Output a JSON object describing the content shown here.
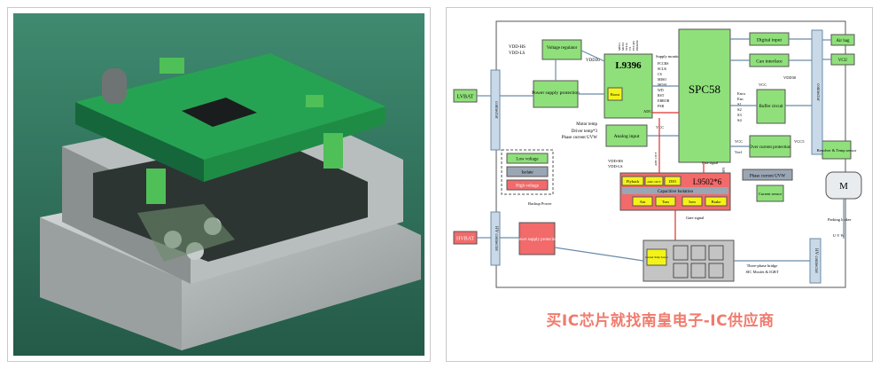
{
  "photo": {
    "alt": "Motor controller board photo"
  },
  "diagram": {
    "lvbat": "LVBAT",
    "hvbat": "HVBAT",
    "lv_connector": "connector",
    "hv_connector": "HV connector",
    "right_connector": "connector",
    "right_hv_connector": "HV connector",
    "vdd_top": [
      "VDD-HS",
      "VDD-LS"
    ],
    "voltage_regulator": "Voltage regulator",
    "vdd30_a": "VDD30",
    "power_supply_protection": "Power supply protection",
    "l9396": "L9396",
    "boost": "Boost",
    "adc": "ADC",
    "supply_monitor": "Supply monitor",
    "l9396_pins": [
      "FCCRS",
      "SCLK",
      "CS",
      "MISO",
      "MOSI",
      "WD",
      "RST",
      "ERROR",
      "FSR"
    ],
    "l9396_top_pins": [
      "MISO",
      "MOSI",
      "SCLK",
      "CS",
      "FCCRS",
      "ERROR"
    ],
    "spc58": "SPC58",
    "digital_input": "Digital input",
    "can_interface": "Can interface",
    "air_bag": "Air bag",
    "vcu": "VCU",
    "buffer_circuit": "Buffer circuit",
    "vcc": "VCC",
    "vdd30_b": "VDD30",
    "enc_labels": [
      "Encx",
      "Enc",
      "S1",
      "S2",
      "S3",
      "S4"
    ],
    "motor_temp": "Motor temp",
    "driver_temp": "Driver temp*3",
    "phase_current_uvw": "Phase current UVW",
    "analog_input": "Analog input",
    "vcc_a": "VCC",
    "vcc_b": "VCC",
    "vref": "Vref",
    "overcurrent": "Over current protection",
    "vcc5": "VCC5",
    "legend": [
      "Low voltage",
      "Isolate",
      "High voltage"
    ],
    "backup_power": "Backup Power",
    "vdd_mid": [
      "VDD-HS",
      "VDD-LS"
    ],
    "adc_out": "ADC OUT",
    "gate_signal_a": "Gate signal",
    "spi": "SPI",
    "l9502": "L9502*6",
    "flyback": "Flyback",
    "adc_out2": "ADC OUT",
    "dio": "DIO",
    "capacitive_isolation": "Capacitive Isolation",
    "bottom_row": [
      "Ain",
      "Tsns",
      "Isen",
      "Brake"
    ],
    "phase_current_uvw_box": "Phase current UVW",
    "current_sensor": "Current sensor",
    "resolver": "Resolver & Temp sensor",
    "motor": "M",
    "parking_locker": "Parking locker",
    "uvw": "U V W",
    "hv_power_supply_protection": "Power supply protection",
    "gate_signal_b": "Gate signal",
    "cnt_temp_sensor": "Current Temp Sensor",
    "bridge_caption": [
      "Three-phase bridge",
      "SIC Mosfet & IGBT"
    ]
  },
  "footer_cn": "买IC芯片就找南皇电子-IC供应商"
}
